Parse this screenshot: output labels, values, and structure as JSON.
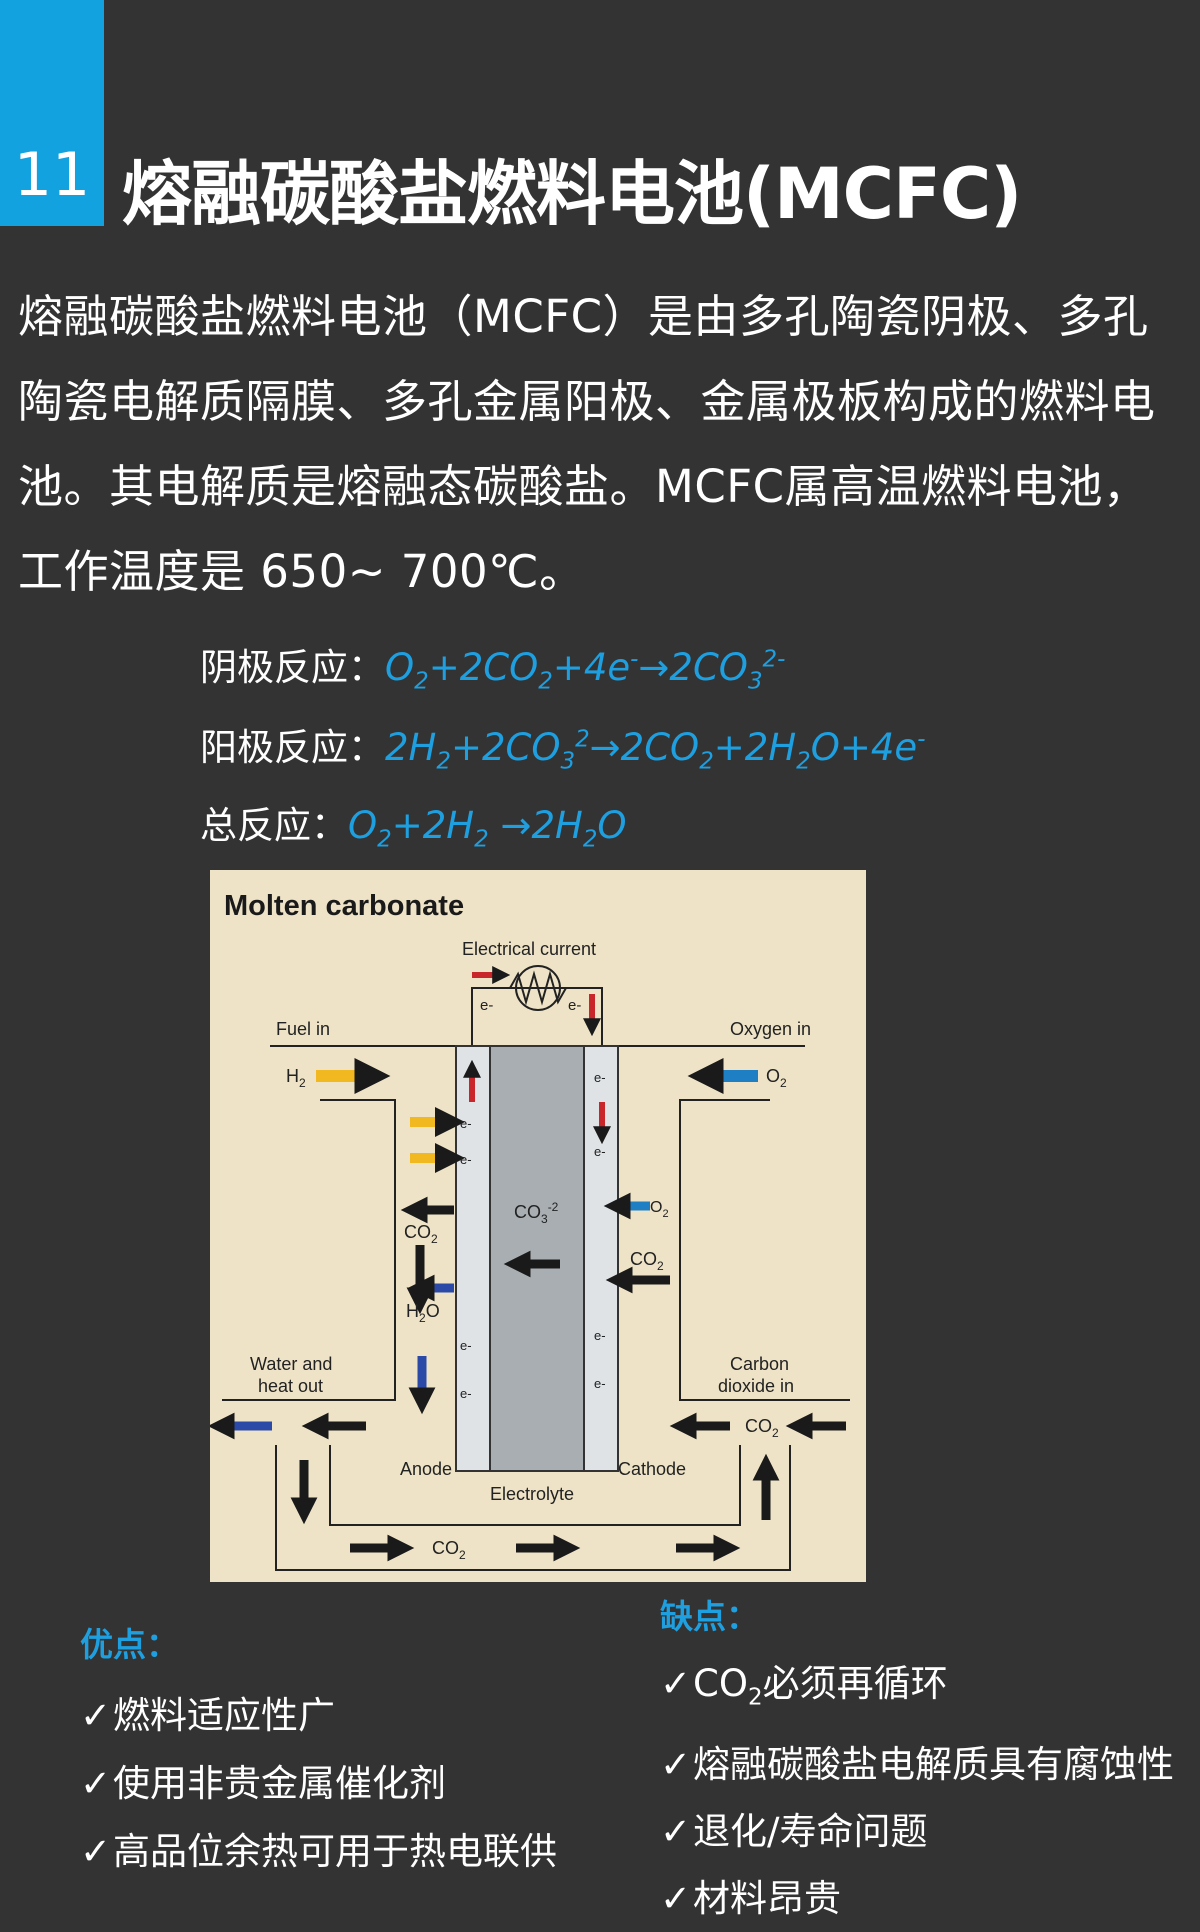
{
  "header": {
    "number": "11",
    "title": "熔融碳酸盐燃料电池(MCFC)"
  },
  "intro": "熔融碳酸盐燃料电池（MCFC）是由多孔陶瓷阴极、多孔陶瓷电解质隔膜、多孔金属阳极、金属极板构成的燃料电池。其电解质是熔融态碳酸盐。MCFC属高温燃料电池，工作温度是 650~ 700℃。",
  "reactions": {
    "cathode_label": "阴极反应：",
    "anode_label": "阳极反应：",
    "total_label": "总反应："
  },
  "diagram": {
    "title": "Molten carbonate",
    "electrical_current": "Electrical current",
    "electron": "e-",
    "fuel_in": "Fuel in",
    "h2": "H",
    "oxygen_in": "Oxygen in",
    "o2": "O",
    "co3": "CO",
    "co2": "CO",
    "h2o": "H",
    "water_heat_1": "Water and",
    "water_heat_2": "heat out",
    "carbon_1": "Carbon",
    "carbon_2": "dioxide in",
    "anode": "Anode",
    "electrolyte": "Electrolyte",
    "cathode": "Cathode"
  },
  "pros": {
    "title": "优点：",
    "items": [
      "燃料适应性广",
      "使用非贵金属催化剂",
      "高品位余热可用于热电联供"
    ]
  },
  "cons": {
    "title": "缺点：",
    "item1_pre": "CO",
    "item1_post": "必须再循环",
    "items": [
      "熔融碳酸盐电解质具有腐蚀性",
      "退化/寿命问题",
      "材料昂贵"
    ]
  },
  "colors": {
    "accent": "#12a2e0",
    "equation": "#1e9fe0",
    "panel": "#eee3c6"
  }
}
